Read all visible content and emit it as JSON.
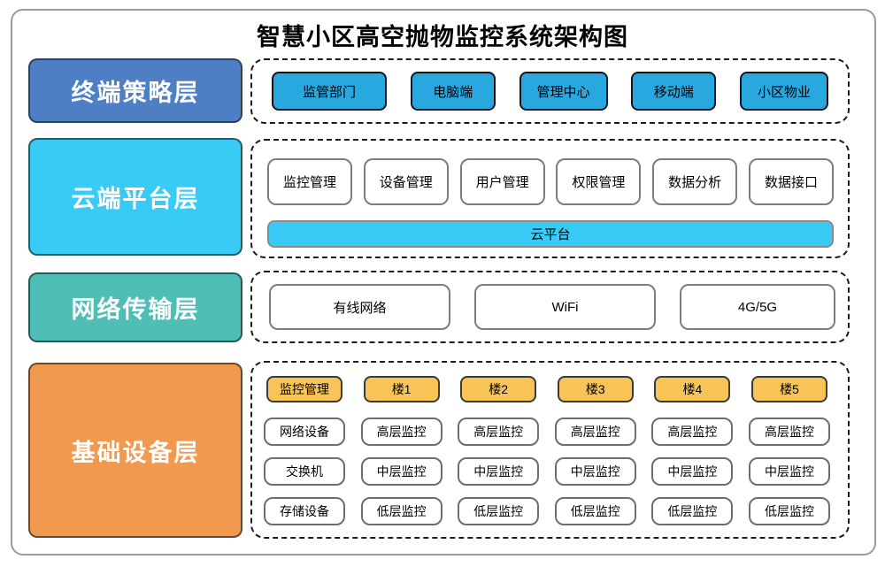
{
  "title": "智慧小区高空抛物监控系统架构图",
  "colors": {
    "layer_terminal": "#4e7fc4",
    "layer_cloud": "#38cbf5",
    "layer_network": "#4fbeb7",
    "layer_device": "#f0994f",
    "terminal_button": "#29a7df",
    "cloud_platform_bar": "#38cbf5",
    "device_header": "#f9c457"
  },
  "layers": {
    "terminal": {
      "label": "终端策略层",
      "items": [
        "监管部门",
        "电脑端",
        "管理中心",
        "移动端",
        "小区物业"
      ]
    },
    "cloud": {
      "label": "云端平台层",
      "items": [
        "监控管理",
        "设备管理",
        "用户管理",
        "权限管理",
        "数据分析",
        "数据接口"
      ],
      "platform_bar": "云平台"
    },
    "network": {
      "label": "网络传输层",
      "items": [
        "有线网络",
        "WiFi",
        "4G/5G"
      ]
    },
    "device": {
      "label": "基础设备层",
      "columns": [
        {
          "header": "监控管理",
          "cells": [
            "网络设备",
            "交换机",
            "存储设备"
          ]
        },
        {
          "header": "楼1",
          "cells": [
            "高层监控",
            "中层监控",
            "低层监控"
          ]
        },
        {
          "header": "楼2",
          "cells": [
            "高层监控",
            "中层监控",
            "低层监控"
          ]
        },
        {
          "header": "楼3",
          "cells": [
            "高层监控",
            "中层监控",
            "低层监控"
          ]
        },
        {
          "header": "楼4",
          "cells": [
            "高层监控",
            "中层监控",
            "低层监控"
          ]
        },
        {
          "header": "楼5",
          "cells": [
            "高层监控",
            "中层监控",
            "低层监控"
          ]
        }
      ]
    }
  }
}
